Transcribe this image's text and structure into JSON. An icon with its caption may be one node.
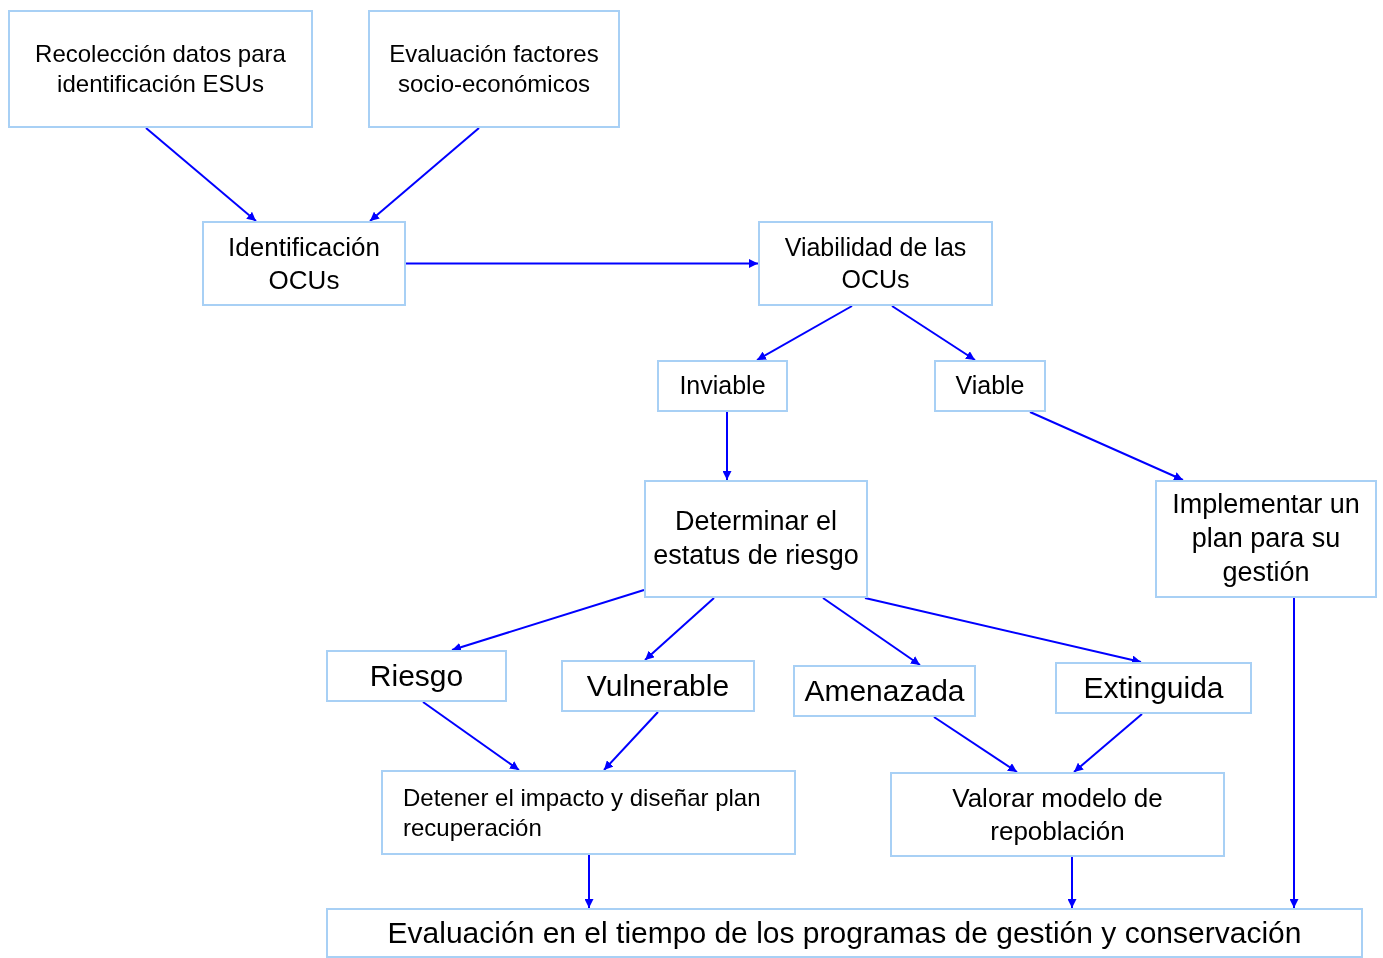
{
  "diagram": {
    "nodes": [
      {
        "text": [
          "Recolección datos para identificación ESUs"
        ]
      },
      {
        "text": [
          "Evaluación factores socio-económicos"
        ]
      },
      {
        "text": [
          "Identificación OCUs"
        ]
      },
      {
        "text": [
          "Viabilidad de las OCUs"
        ]
      },
      {
        "text": [
          "Inviable"
        ]
      },
      {
        "text": [
          "Viable"
        ]
      },
      {
        "text": [
          "Determinar el estatus de riesgo"
        ]
      },
      {
        "text": [
          "Implementar un plan para su gestión"
        ]
      },
      {
        "text": [
          "Riesgo"
        ]
      },
      {
        "text": [
          "Vulnerable"
        ]
      },
      {
        "text": [
          "Amenazada"
        ]
      },
      {
        "text": [
          "Extinguida"
        ]
      },
      {
        "text": [
          "Detener el impacto y diseñar plan recuperación"
        ]
      },
      {
        "text": [
          "Valorar modelo de repoblación"
        ]
      },
      {
        "text": [
          "Evaluación en el tiempo de los programas de gestión y conservación"
        ]
      }
    ],
    "edges": [
      {
        "from": 0,
        "to": 2,
        "arrow": "to"
      },
      {
        "from": 1,
        "to": 2,
        "arrow": "to"
      },
      {
        "from": 2,
        "to": 3,
        "arrow": "to"
      },
      {
        "from": 3,
        "to": 4,
        "arrow": "to"
      },
      {
        "from": 3,
        "to": 5,
        "arrow": "to"
      },
      {
        "from": 4,
        "to": 6,
        "arrow": "to"
      },
      {
        "from": 5,
        "to": 7,
        "arrow": "to"
      },
      {
        "from": 6,
        "to": 8,
        "arrow": "to"
      },
      {
        "from": 6,
        "to": 9,
        "arrow": "to"
      },
      {
        "from": 6,
        "to": 10,
        "arrow": "to"
      },
      {
        "from": 6,
        "to": 11,
        "arrow": "to"
      },
      {
        "from": 8,
        "to": 12,
        "arrow": "to"
      },
      {
        "from": 9,
        "to": 12,
        "arrow": "to"
      },
      {
        "from": 10,
        "to": 13,
        "arrow": "to"
      },
      {
        "from": 11,
        "to": 13,
        "arrow": "to"
      },
      {
        "from": 12,
        "to": 14,
        "arrow": "to"
      },
      {
        "from": 13,
        "to": 14,
        "arrow": "to"
      },
      {
        "from": 7,
        "to": 14,
        "arrow": "to"
      }
    ]
  }
}
